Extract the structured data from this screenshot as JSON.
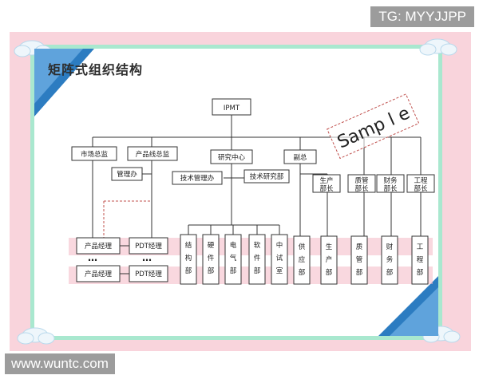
{
  "watermark_top": "TG: MYYJJPP",
  "watermark_bottom": "www.wuntc.com",
  "title": "矩阵式组织结构",
  "stamp": "Samp l e",
  "ellipsis": "…",
  "nodes": {
    "ipmt": "IPMT",
    "market": "市场总监",
    "product_line": "产品线总监",
    "research": "研究中心",
    "deputy": "副总",
    "mgmt_office": "管理办",
    "tech_mgmt": "技术管理办",
    "tech_research": "技术研究部",
    "prod_head": [
      "生产",
      "部长"
    ],
    "qa_head": [
      "质管",
      "部长"
    ],
    "fin_head": [
      "财务",
      "部长"
    ],
    "eng_head": [
      "工程",
      "部长"
    ],
    "pm1": "产品经理",
    "pm2": "产品经理",
    "pdt1": "PDT经理",
    "pdt2": "PDT经理",
    "depts": [
      [
        "结",
        "构",
        "部"
      ],
      [
        "硬",
        "件",
        "部"
      ],
      [
        "电",
        "气",
        "部"
      ],
      [
        "软",
        "件",
        "部"
      ],
      [
        "中",
        "试",
        "室"
      ]
    ],
    "funcs": [
      [
        "供",
        "应",
        "部"
      ],
      [
        "生",
        "产",
        "部"
      ],
      [
        "质",
        "管",
        "部"
      ],
      [
        "财",
        "务",
        "部"
      ],
      [
        "工",
        "程",
        "部"
      ]
    ]
  },
  "colors": {
    "pink_band": "#f9d4dc",
    "mint_border": "#a9e8cf",
    "corner_blue": "#2c7cc1",
    "stamp_red": "#c0504d",
    "matrix_row_pink": "#f4b8c4"
  }
}
